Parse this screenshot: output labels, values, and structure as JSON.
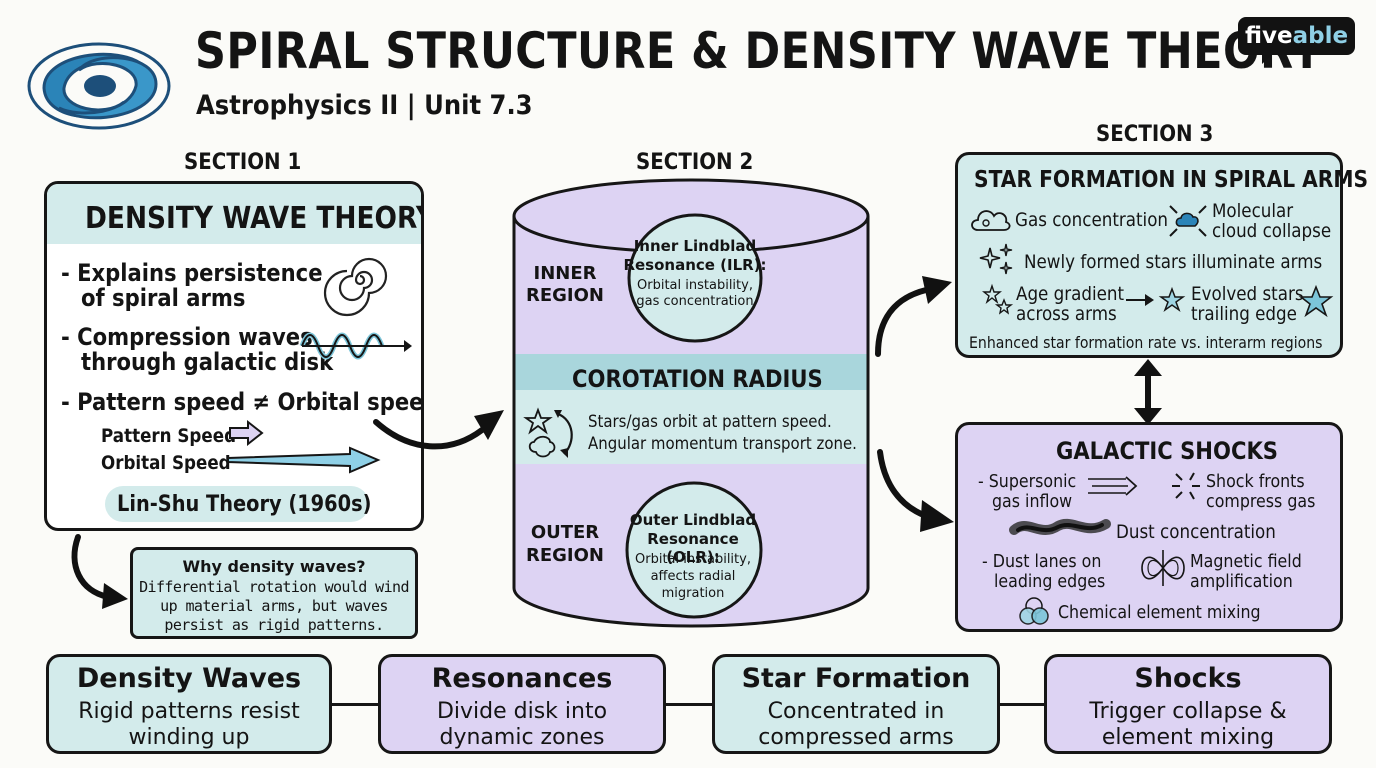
{
  "header": {
    "title": "SPIRAL STRUCTURE & DENSITY WAVE THEORY",
    "subtitle": "Astrophysics II | Unit 7.3",
    "brand_a": "five",
    "brand_b": "able"
  },
  "section1": {
    "label": "SECTION 1",
    "heading": "DENSITY WAVE THEORY",
    "bullet1_line1": "- Explains persistence",
    "bullet1_line2": "of spiral arms",
    "bullet2_line1": "- Compression waves",
    "bullet2_line2": "through galactic disk",
    "bullet3": "- Pattern speed ≠ Orbital speed",
    "pattern_speed": "Pattern Speed",
    "orbital_speed": "Orbital Speed",
    "theory": "Lin-Shu Theory (1960s)",
    "why_title": "Why density waves?",
    "why_line1": "Differential rotation would wind",
    "why_line2": "up material arms, but waves",
    "why_line3": "persist as rigid patterns."
  },
  "section2": {
    "label": "SECTION 2",
    "inner_region_1": "INNER",
    "inner_region_2": "REGION",
    "ilr_title_1": "Inner Lindblad",
    "ilr_title_2": "Resonance (ILR):",
    "ilr_desc_1": "Orbital instability,",
    "ilr_desc_2": "gas concentration",
    "corotation_title": "COROTATION RADIUS",
    "corotation_line1": "Stars/gas orbit at pattern speed.",
    "corotation_line2": "Angular momentum transport zone.",
    "outer_region_1": "OUTER",
    "outer_region_2": "REGION",
    "olr_title_1": "Outer Lindblad",
    "olr_title_2": "Resonance (OLR):",
    "olr_desc_1": "Orbital instability,",
    "olr_desc_2": "affects radial",
    "olr_desc_3": "migration"
  },
  "section3": {
    "label": "SECTION 3",
    "heading": "STAR FORMATION IN SPIRAL ARMS",
    "gas": "Gas concentration",
    "molecular_1": "Molecular",
    "molecular_2": "cloud collapse",
    "newly": "Newly formed stars illuminate arms",
    "age_1": "Age gradient",
    "age_2": "across arms",
    "evolved_1": "Evolved stars",
    "evolved_2": "trailing edge",
    "enhanced": "Enhanced star formation rate vs. interarm regions"
  },
  "shocks": {
    "heading": "GALACTIC SHOCKS",
    "supersonic_1": "- Supersonic",
    "supersonic_2": "gas inflow",
    "fronts_1": "Shock fronts",
    "fronts_2": "compress gas",
    "dust_conc": "Dust concentration",
    "lanes_1": "- Dust lanes on",
    "lanes_2": "leading edges",
    "magnetic_1": "Magnetic field",
    "magnetic_2": "amplification",
    "chemical": "Chemical element mixing"
  },
  "summary": [
    {
      "title": "Density Waves",
      "line1": "Rigid patterns resist",
      "line2": "winding up"
    },
    {
      "title": "Resonances",
      "line1": "Divide disk into",
      "line2": "dynamic zones"
    },
    {
      "title": "Star Formation",
      "line1": "Concentrated in",
      "line2": "compressed arms"
    },
    {
      "title": "Shocks",
      "line1": "Trigger collapse &",
      "line2": "element mixing"
    }
  ],
  "colors": {
    "teal": "#d3ebeb",
    "lavender": "#ddd3f3",
    "outline": "#161616",
    "logo_blue": "#2b84b8"
  }
}
